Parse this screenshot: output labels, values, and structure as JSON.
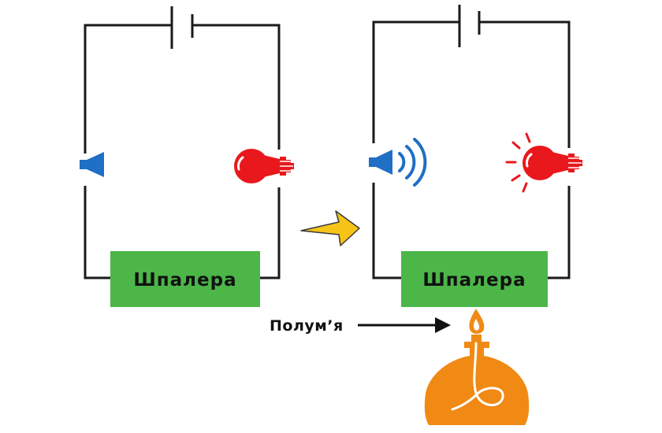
{
  "left_circuit": {
    "state": "before",
    "component_label": "Шпалера",
    "speaker_sounding": false,
    "bulb_lit": false
  },
  "right_circuit": {
    "state": "after",
    "component_label": "Шпалера",
    "speaker_sounding": true,
    "bulb_lit": true
  },
  "flame": {
    "label": "Полум’я"
  },
  "icons": {
    "battery": "battery-icon",
    "speaker": "speaker-icon",
    "bulb": "light-bulb-icon",
    "arrow": "yellow-arrow-icon",
    "burner": "spirit-lamp-icon"
  },
  "colors": {
    "wire": "#1a1a1a",
    "component_fill": "#4cb648",
    "speaker": "#1f6fc4",
    "bulb": "#e8181c",
    "arrow": "#f6c417",
    "burner": "#f08a14"
  }
}
